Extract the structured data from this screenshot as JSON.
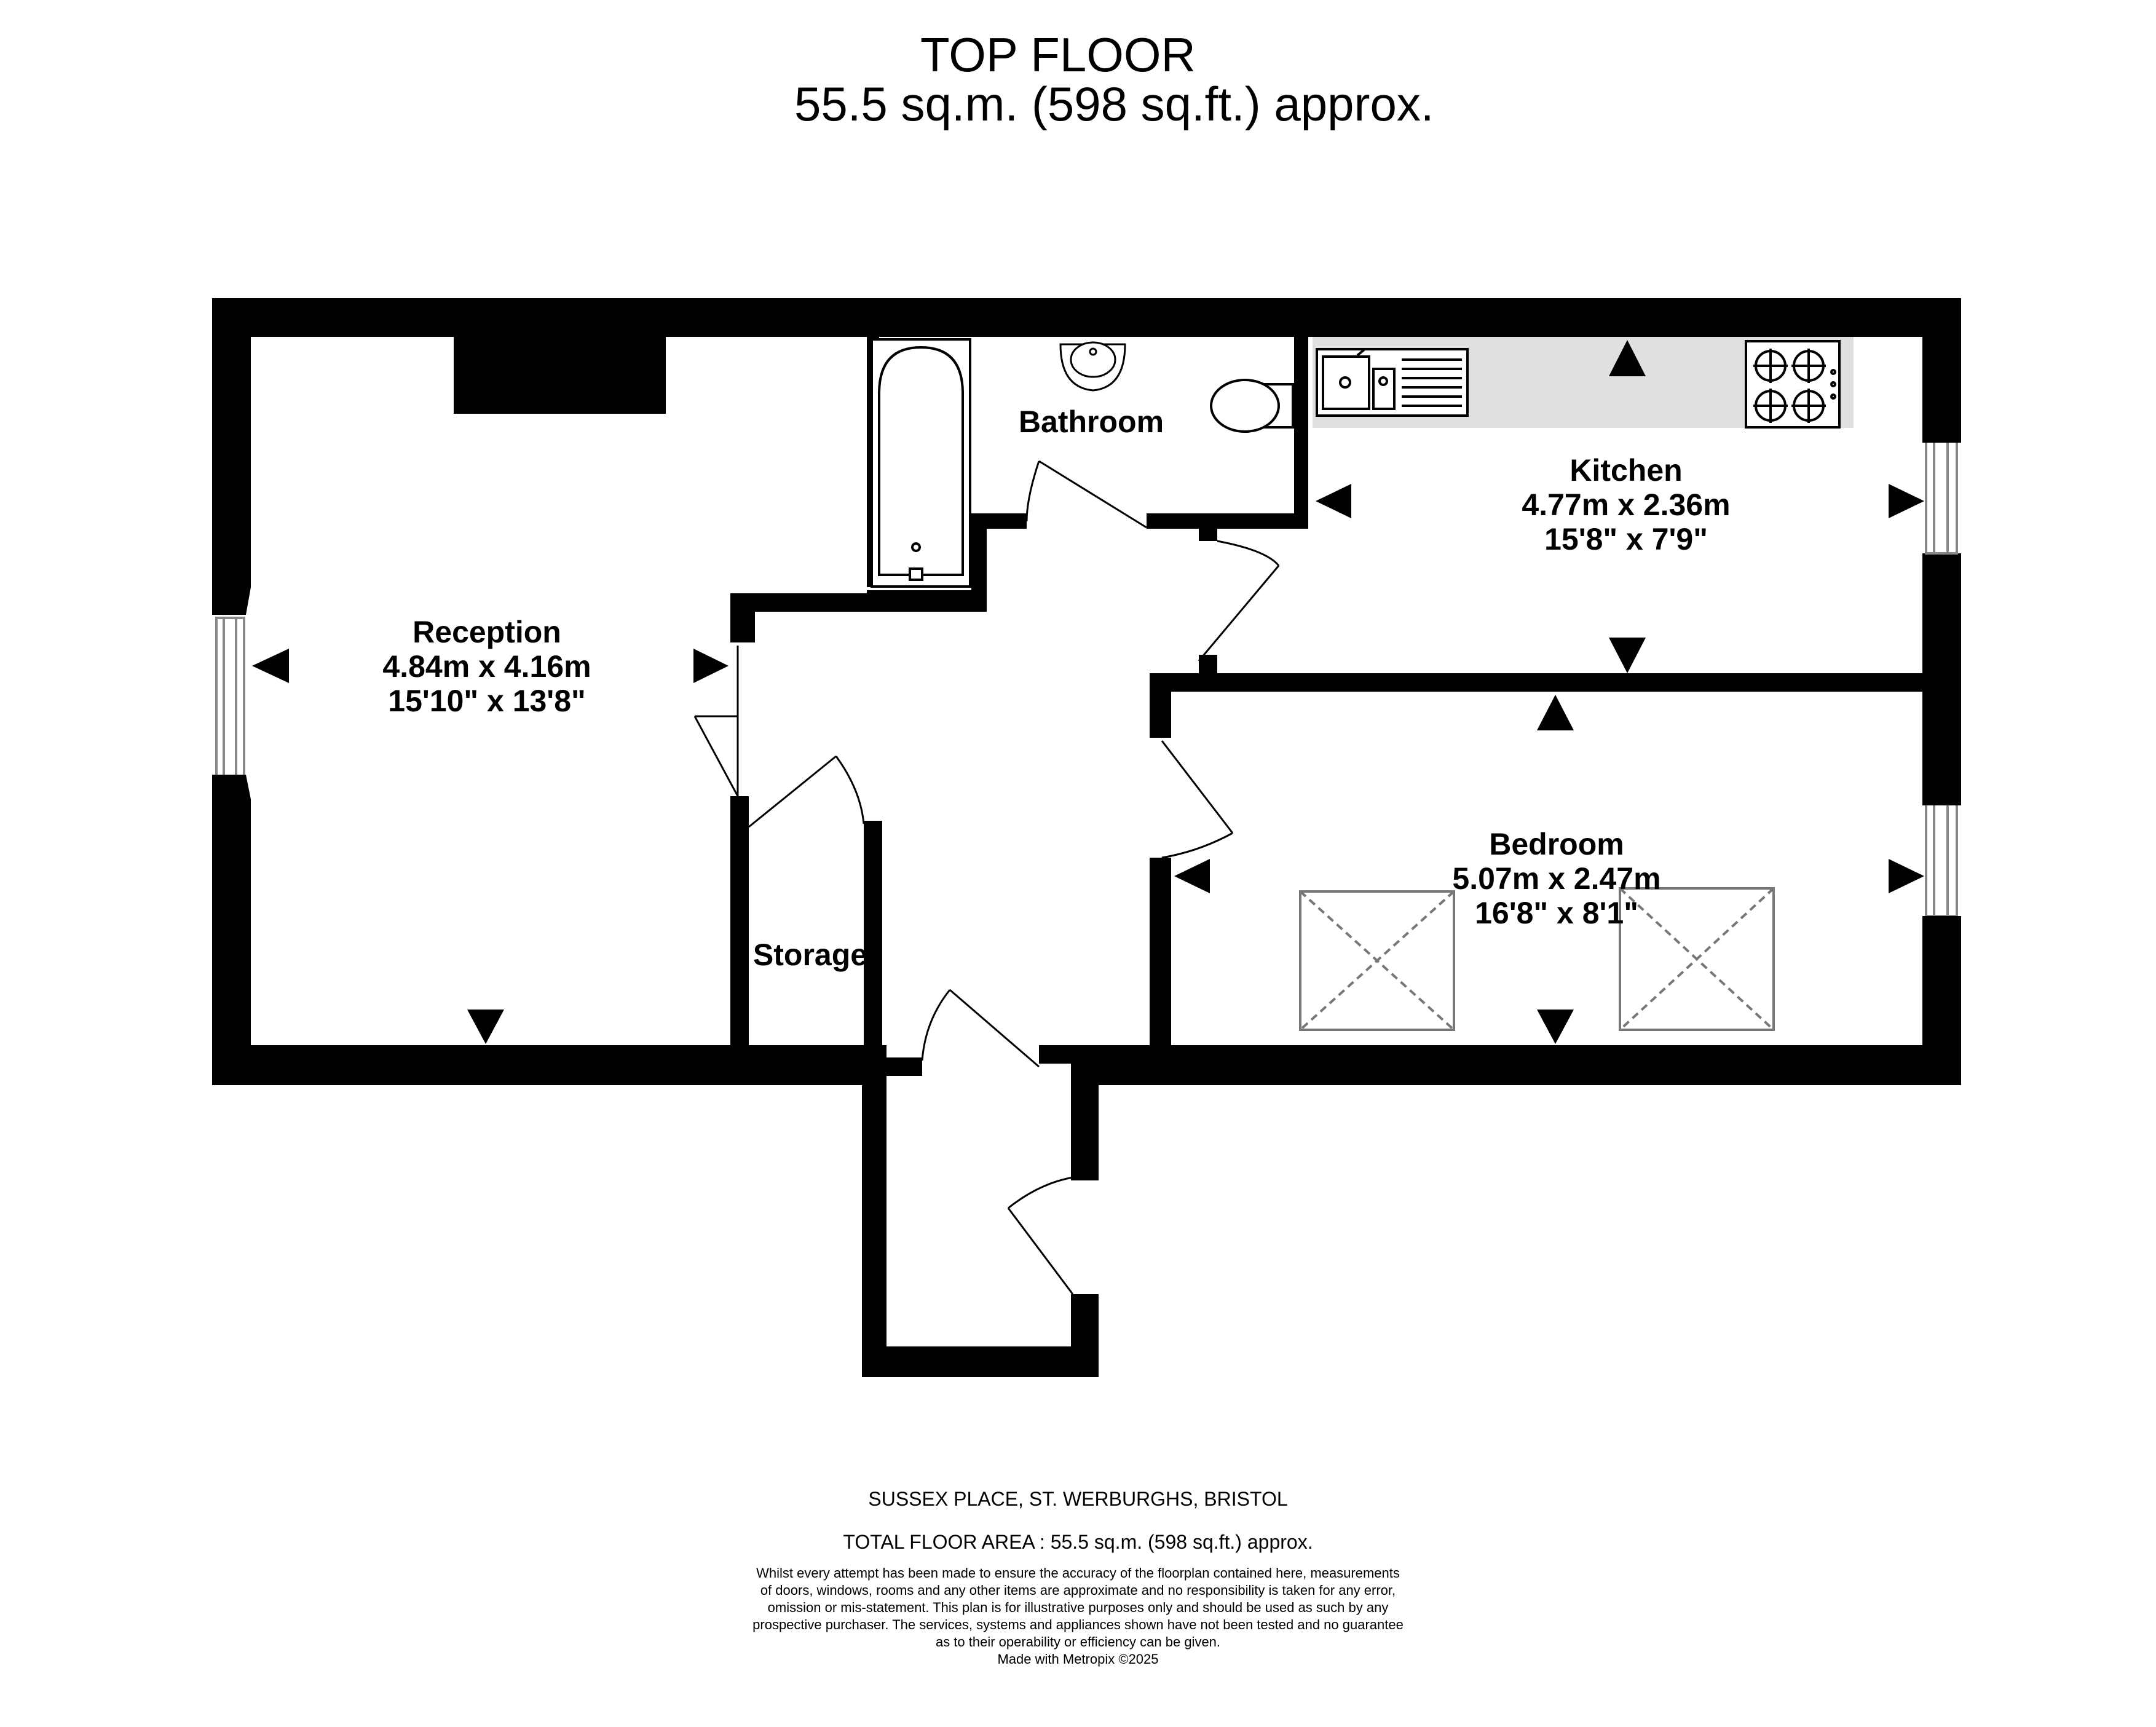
{
  "header": {
    "floor_name": "TOP FLOOR",
    "area": "55.5 sq.m. (598 sq.ft.) approx."
  },
  "rooms": {
    "reception": {
      "name": "Reception",
      "metric": "4.84m  x 4.16m",
      "imperial": "15'10\"  x 13'8\""
    },
    "bathroom": {
      "name": "Bathroom"
    },
    "kitchen": {
      "name": "Kitchen",
      "metric": "4.77m  x 2.36m",
      "imperial": "15'8\"  x 7'9\""
    },
    "bedroom": {
      "name": "Bedroom",
      "metric": "5.07m  x 2.47m",
      "imperial": "16'8\"  x 8'1\""
    },
    "storage": {
      "name": "Storage"
    }
  },
  "footer": {
    "address": "SUSSEX PLACE, ST. WERBURGHS, BRISTOL",
    "total_area": "TOTAL FLOOR AREA : 55.5 sq.m. (598 sq.ft.) approx.",
    "disclaimer_lines": [
      "Whilst every attempt has been made to ensure the accuracy of the floorplan contained here, measurements",
      "of doors, windows, rooms and any other items are approximate and no responsibility is taken for any error,",
      "omission or mis-statement. This plan is for illustrative purposes only and should be used as such by any",
      "prospective purchaser. The services, systems and appliances shown have not been tested and no guarantee",
      "as to their operability or efficiency can be given."
    ],
    "credit": "Made with Metropix ©2025"
  },
  "colors": {
    "wall": "#000000",
    "worktop": "#e0e0e0",
    "window_frame": "#888888",
    "skylight": "#777777"
  }
}
